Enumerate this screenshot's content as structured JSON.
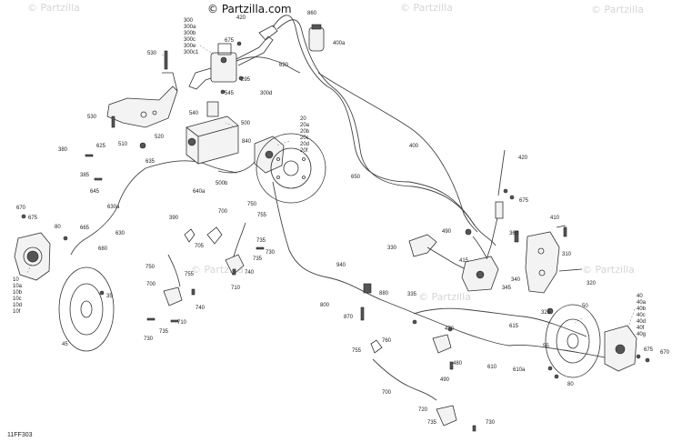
{
  "watermark": {
    "brand": "© Partzilla.com",
    "faint": "© Partzilla"
  },
  "drawing_code": "11FF303",
  "labels": [
    {
      "id": "l300",
      "text": "300"
    },
    {
      "id": "l300a",
      "text": "300a"
    },
    {
      "id": "l300b",
      "text": "300b"
    },
    {
      "id": "l300c",
      "text": "300c"
    },
    {
      "id": "l300e",
      "text": "300e"
    },
    {
      "id": "l300c1",
      "text": "300c1"
    },
    {
      "id": "l420a",
      "text": "420"
    },
    {
      "id": "l860",
      "text": "860"
    },
    {
      "id": "l400a",
      "text": "400a"
    },
    {
      "id": "l675a",
      "text": "675"
    },
    {
      "id": "l530a",
      "text": "530"
    },
    {
      "id": "l620",
      "text": "620"
    },
    {
      "id": "l295",
      "text": "295"
    },
    {
      "id": "l545",
      "text": "545"
    },
    {
      "id": "l300d",
      "text": "300d"
    },
    {
      "id": "l540",
      "text": "540"
    },
    {
      "id": "l500",
      "text": "500"
    },
    {
      "id": "l530b",
      "text": "530"
    },
    {
      "id": "l510",
      "text": "510"
    },
    {
      "id": "l520",
      "text": "520"
    },
    {
      "id": "l625",
      "text": "625"
    },
    {
      "id": "l380",
      "text": "380"
    },
    {
      "id": "l635",
      "text": "635"
    },
    {
      "id": "l840",
      "text": "840"
    },
    {
      "id": "l385",
      "text": "385"
    },
    {
      "id": "l20",
      "text": "20"
    },
    {
      "id": "l20a",
      "text": "20a"
    },
    {
      "id": "l20b",
      "text": "20b"
    },
    {
      "id": "l20c",
      "text": "20c"
    },
    {
      "id": "l20d",
      "text": "20d"
    },
    {
      "id": "l20f",
      "text": "20f"
    },
    {
      "id": "l645",
      "text": "645"
    },
    {
      "id": "l640a",
      "text": "640a"
    },
    {
      "id": "l500b",
      "text": "500b"
    },
    {
      "id": "l400",
      "text": "400"
    },
    {
      "id": "l650",
      "text": "650"
    },
    {
      "id": "l420b",
      "text": "420"
    },
    {
      "id": "l675b",
      "text": "675"
    },
    {
      "id": "l630a",
      "text": "630a"
    },
    {
      "id": "l390",
      "text": "390"
    },
    {
      "id": "l750a",
      "text": "750"
    },
    {
      "id": "l700a",
      "text": "700"
    },
    {
      "id": "l755a",
      "text": "755"
    },
    {
      "id": "l670a",
      "text": "670"
    },
    {
      "id": "l675c",
      "text": "675"
    },
    {
      "id": "l80a",
      "text": "80"
    },
    {
      "id": "l665",
      "text": "665"
    },
    {
      "id": "l630",
      "text": "630"
    },
    {
      "id": "l705",
      "text": "705"
    },
    {
      "id": "l735a",
      "text": "735"
    },
    {
      "id": "l730a",
      "text": "730"
    },
    {
      "id": "l410",
      "text": "410"
    },
    {
      "id": "l490",
      "text": "490"
    },
    {
      "id": "l360",
      "text": "360"
    },
    {
      "id": "l330",
      "text": "330"
    },
    {
      "id": "l310",
      "text": "310"
    },
    {
      "id": "l680",
      "text": "680"
    },
    {
      "id": "l750b",
      "text": "750"
    },
    {
      "id": "l740a",
      "text": "740"
    },
    {
      "id": "l735b",
      "text": "735"
    },
    {
      "id": "l10",
      "text": "10"
    },
    {
      "id": "l10a",
      "text": "10a"
    },
    {
      "id": "l10b",
      "text": "10b"
    },
    {
      "id": "l10c",
      "text": "10c"
    },
    {
      "id": "l10d",
      "text": "10d"
    },
    {
      "id": "l10f",
      "text": "10f"
    },
    {
      "id": "l755b",
      "text": "755"
    },
    {
      "id": "l700b",
      "text": "700"
    },
    {
      "id": "l710a",
      "text": "710"
    },
    {
      "id": "l940",
      "text": "940"
    },
    {
      "id": "l415",
      "text": "415"
    },
    {
      "id": "l340",
      "text": "340"
    },
    {
      "id": "l320",
      "text": "320"
    },
    {
      "id": "l345",
      "text": "345"
    },
    {
      "id": "l335",
      "text": "335"
    },
    {
      "id": "l880",
      "text": "880"
    },
    {
      "id": "l800",
      "text": "800"
    },
    {
      "id": "l325",
      "text": "325"
    },
    {
      "id": "l35",
      "text": "35"
    },
    {
      "id": "l740b",
      "text": "740"
    },
    {
      "id": "l710b",
      "text": "710"
    },
    {
      "id": "l870",
      "text": "870"
    },
    {
      "id": "l470",
      "text": "470"
    },
    {
      "id": "l615",
      "text": "615"
    },
    {
      "id": "l50",
      "text": "50"
    },
    {
      "id": "l40",
      "text": "40"
    },
    {
      "id": "l40a",
      "text": "40a"
    },
    {
      "id": "l40b",
      "text": "40b"
    },
    {
      "id": "l40c",
      "text": "40c"
    },
    {
      "id": "l40d",
      "text": "40d"
    },
    {
      "id": "l40f",
      "text": "40f"
    },
    {
      "id": "l40g",
      "text": "40g"
    },
    {
      "id": "l735c",
      "text": "735"
    },
    {
      "id": "l730b",
      "text": "730"
    },
    {
      "id": "l45",
      "text": "45"
    },
    {
      "id": "l755c",
      "text": "755"
    },
    {
      "id": "l760",
      "text": "760"
    },
    {
      "id": "l480",
      "text": "480"
    },
    {
      "id": "l610",
      "text": "610"
    },
    {
      "id": "l610a",
      "text": "610a"
    },
    {
      "id": "l55",
      "text": "55"
    },
    {
      "id": "l675d",
      "text": "675"
    },
    {
      "id": "l670b",
      "text": "670"
    },
    {
      "id": "l490b",
      "text": "490"
    },
    {
      "id": "l80b",
      "text": "80"
    },
    {
      "id": "l700c",
      "text": "700"
    },
    {
      "id": "l720",
      "text": "720"
    },
    {
      "id": "l735d",
      "text": "735"
    },
    {
      "id": "l730c",
      "text": "730"
    }
  ]
}
